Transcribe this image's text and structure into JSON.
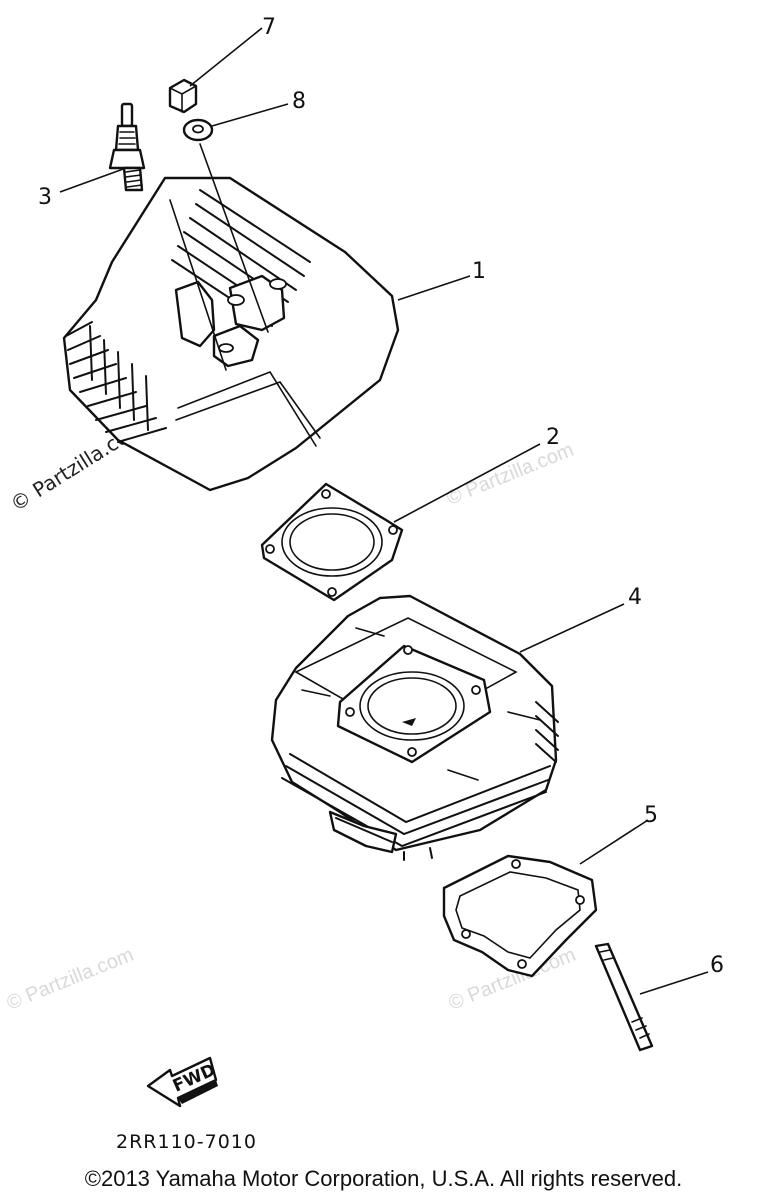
{
  "watermark": {
    "text": "© Partzilla.com",
    "side_text": "© Partzilla.com"
  },
  "callouts": {
    "c1": "1",
    "c2": "2",
    "c3": "3",
    "c4": "4",
    "c5": "5",
    "c6": "6",
    "c7": "7",
    "c8": "8"
  },
  "fwd_label": "FWD",
  "diagram_code": "2RR110-7010",
  "copyright": "©2013  Yamaha Motor Corporation, U.S.A. All rights reserved."
}
